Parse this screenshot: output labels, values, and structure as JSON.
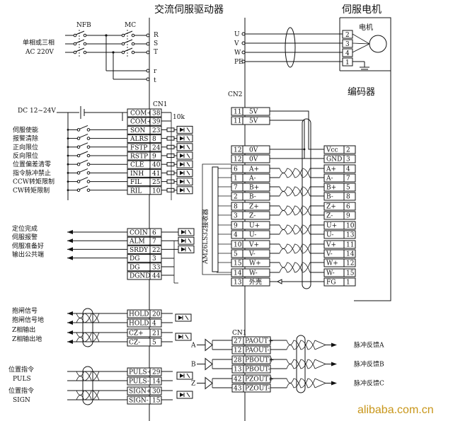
{
  "titles": {
    "driver": "交流伺服驱动器",
    "motor": "伺服电机",
    "motor_label": "电机",
    "encoder": "编码器"
  },
  "power": {
    "supply_line1": "单相或三相",
    "supply_line2": "AC 220V",
    "nfb": "NFB",
    "mc": "MC",
    "r_upper": "R",
    "s_upper": "S",
    "t_upper": "T",
    "r_lower": "r",
    "t_lower": "t"
  },
  "motor_terminals": {
    "labels": [
      "U",
      "V",
      "W",
      "PE"
    ],
    "pins": [
      "2",
      "3",
      "4",
      "1"
    ]
  },
  "cn1_top": {
    "label": "CN1",
    "dc": "DC 12~24V",
    "resistor": "10k",
    "rows": [
      {
        "desc": "",
        "sig": "COM+",
        "pin": "38"
      },
      {
        "desc": "",
        "sig": "COM+",
        "pin": "39"
      },
      {
        "desc": "伺服使能",
        "sig": "SON",
        "pin": "23"
      },
      {
        "desc": "报警清除",
        "sig": "ALRS",
        "pin": "8"
      },
      {
        "desc": "正向限位",
        "sig": "FSTP",
        "pin": "24"
      },
      {
        "desc": "反向限位",
        "sig": "RSTP",
        "pin": "9"
      },
      {
        "desc": "位置偏差清零",
        "sig": "CLE",
        "pin": "40"
      },
      {
        "desc": "指令脉冲禁止",
        "sig": "INH",
        "pin": "41"
      },
      {
        "desc": "CCW转矩限制",
        "sig": "FIL",
        "pin": "25"
      },
      {
        "desc": "CW转矩限制",
        "sig": "RIL",
        "pin": "10"
      }
    ]
  },
  "cn1_outputs": {
    "rows": [
      {
        "desc": "定位完成",
        "sig": "COIN",
        "pin": "6"
      },
      {
        "desc": "伺服报警",
        "sig": "ALM",
        "pin": "7"
      },
      {
        "desc": "伺服准备好",
        "sig": "SRDY",
        "pin": "22"
      },
      {
        "desc": "输出公共端",
        "sig": "DG",
        "pin": "3"
      },
      {
        "desc": "",
        "sig": "DG",
        "pin": "33"
      },
      {
        "desc": "",
        "sig": "DGND",
        "pin": "44"
      }
    ]
  },
  "cn1_brake": {
    "rows": [
      {
        "desc": "抱闸信号",
        "sig": "HOLD+",
        "pin": "20"
      },
      {
        "desc": "抱闸信号地",
        "sig": "HOLD-",
        "pin": "4"
      },
      {
        "desc": "Z相输出",
        "sig": "CZ+",
        "pin": "21"
      },
      {
        "desc": "Z相输出地",
        "sig": "CZ-",
        "pin": "5"
      }
    ]
  },
  "cn1_pulse": {
    "descs": [
      "位置指令",
      "PULS",
      "位置指令",
      "SIGN"
    ],
    "rows": [
      {
        "sig": "PULS+",
        "pin": "29"
      },
      {
        "sig": "PULS-",
        "pin": "14"
      },
      {
        "sig": "SIGN+",
        "pin": "30"
      },
      {
        "sig": "SIGN-",
        "pin": "15"
      }
    ]
  },
  "cn2": {
    "label": "CN2",
    "receiver": "AM26LS32接收器",
    "rows": [
      {
        "pin": "11",
        "sig": "5V",
        "enc_sig": "",
        "enc_pin": ""
      },
      {
        "pin": "11",
        "sig": "5V",
        "enc_sig": "",
        "enc_pin": ""
      },
      {
        "pin": "12",
        "sig": "0V",
        "enc_sig": "Vcc",
        "enc_pin": "2"
      },
      {
        "pin": "12",
        "sig": "0V",
        "enc_sig": "GND",
        "enc_pin": "3"
      },
      {
        "pin": "6",
        "sig": "A+",
        "enc_sig": "A+",
        "enc_pin": "4"
      },
      {
        "pin": "1",
        "sig": "A-",
        "enc_sig": "A-",
        "enc_pin": "7"
      },
      {
        "pin": "7",
        "sig": "B+",
        "enc_sig": "B+",
        "enc_pin": "5"
      },
      {
        "pin": "2",
        "sig": "B-",
        "enc_sig": "B-",
        "enc_pin": "8"
      },
      {
        "pin": "8",
        "sig": "Z+",
        "enc_sig": "Z+",
        "enc_pin": "6"
      },
      {
        "pin": "3",
        "sig": "Z-",
        "enc_sig": "Z-",
        "enc_pin": "9"
      },
      {
        "pin": "9",
        "sig": "U+",
        "enc_sig": "U+",
        "enc_pin": "10"
      },
      {
        "pin": "4",
        "sig": "U-",
        "enc_sig": "U-",
        "enc_pin": "13"
      },
      {
        "pin": "10",
        "sig": "V+",
        "enc_sig": "V+",
        "enc_pin": "11"
      },
      {
        "pin": "5",
        "sig": "V-",
        "enc_sig": "V-",
        "enc_pin": "14"
      },
      {
        "pin": "15",
        "sig": "W+",
        "enc_sig": "W+",
        "enc_pin": "12"
      },
      {
        "pin": "14",
        "sig": "W-",
        "enc_sig": "W-",
        "enc_pin": "15"
      },
      {
        "pin": "13",
        "sig": "外壳",
        "enc_sig": "FG",
        "enc_pin": "1"
      }
    ]
  },
  "cn1_feedback": {
    "label": "CN1",
    "rows": [
      {
        "pin": "27",
        "sig": "PAOUT+"
      },
      {
        "pin": "12",
        "sig": "PAOUT-"
      },
      {
        "pin": "28",
        "sig": "PBOUT+"
      },
      {
        "pin": "13",
        "sig": "PBOUT-"
      },
      {
        "pin": "42",
        "sig": "PZOUT+"
      },
      {
        "pin": "43",
        "sig": "PZOUT-"
      }
    ],
    "drivers": [
      "A",
      "B",
      "Z"
    ],
    "outputs": [
      "脉冲反馈A",
      "脉冲反馈B",
      "脉冲反馈C"
    ]
  },
  "watermark": "alibaba.com.cn"
}
